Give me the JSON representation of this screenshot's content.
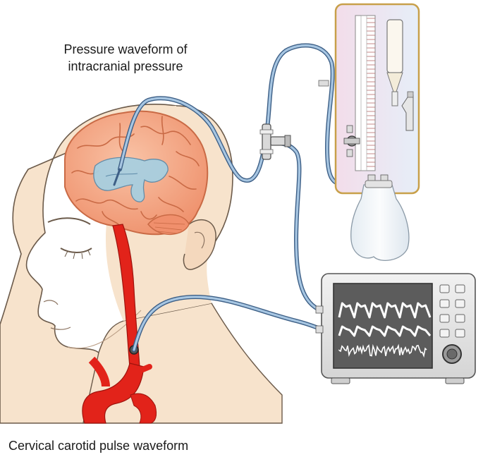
{
  "labels": {
    "icp_line1": "Pressure waveform of",
    "icp_line2": "intracranial pressure",
    "carotid": "Cervical carotid pulse waveform"
  },
  "colors": {
    "skin": "#f7e3cc",
    "skin_outline": "#6b5a4a",
    "brain": "#f4a07c",
    "brain_outline": "#c96a45",
    "ventricle": "#a8cfe0",
    "artery": "#e2231a",
    "tubing": "#8fb3d6",
    "tubing_outline": "#3d5f86",
    "panel_border": "#c8a04a",
    "panel_fill": "#efe6f2",
    "monitor_body": "#e9e9e9",
    "monitor_screen": "#5c5c5c",
    "waveform": "#ffffff"
  },
  "icons": {
    "manometer": "manometer-icon",
    "drainage_bag": "drainage-bag-icon",
    "monitor": "patient-monitor-icon",
    "stopcock": "stopcock-icon"
  }
}
